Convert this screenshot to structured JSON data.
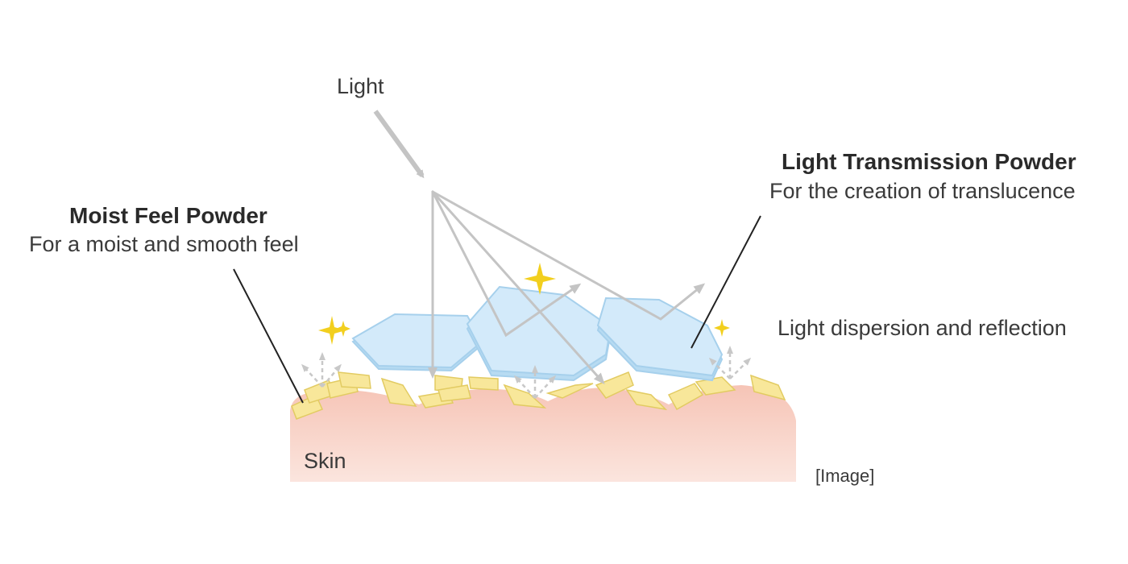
{
  "labels": {
    "light": "Light",
    "moist_title": "Moist Feel Powder",
    "moist_subtitle": "For a moist and smooth feel",
    "transmission_title": "Light Transmission Powder",
    "transmission_subtitle": "For the creation of translucence",
    "dispersion": "Light dispersion and reflection",
    "skin": "Skin",
    "image_note": "[Image]"
  },
  "colors": {
    "skin_top": "#f6c4b6",
    "skin_bottom": "#fbe3dc",
    "yellow_flake": "#f8e79a",
    "yellow_flake_edge": "#e6cf6c",
    "blue_plate": "#cfe8f8",
    "blue_plate_edge": "#a8d2ee",
    "ray": "#c4c4c4",
    "sparkle": "#f2cf1e",
    "leader_line": "#222222"
  }
}
